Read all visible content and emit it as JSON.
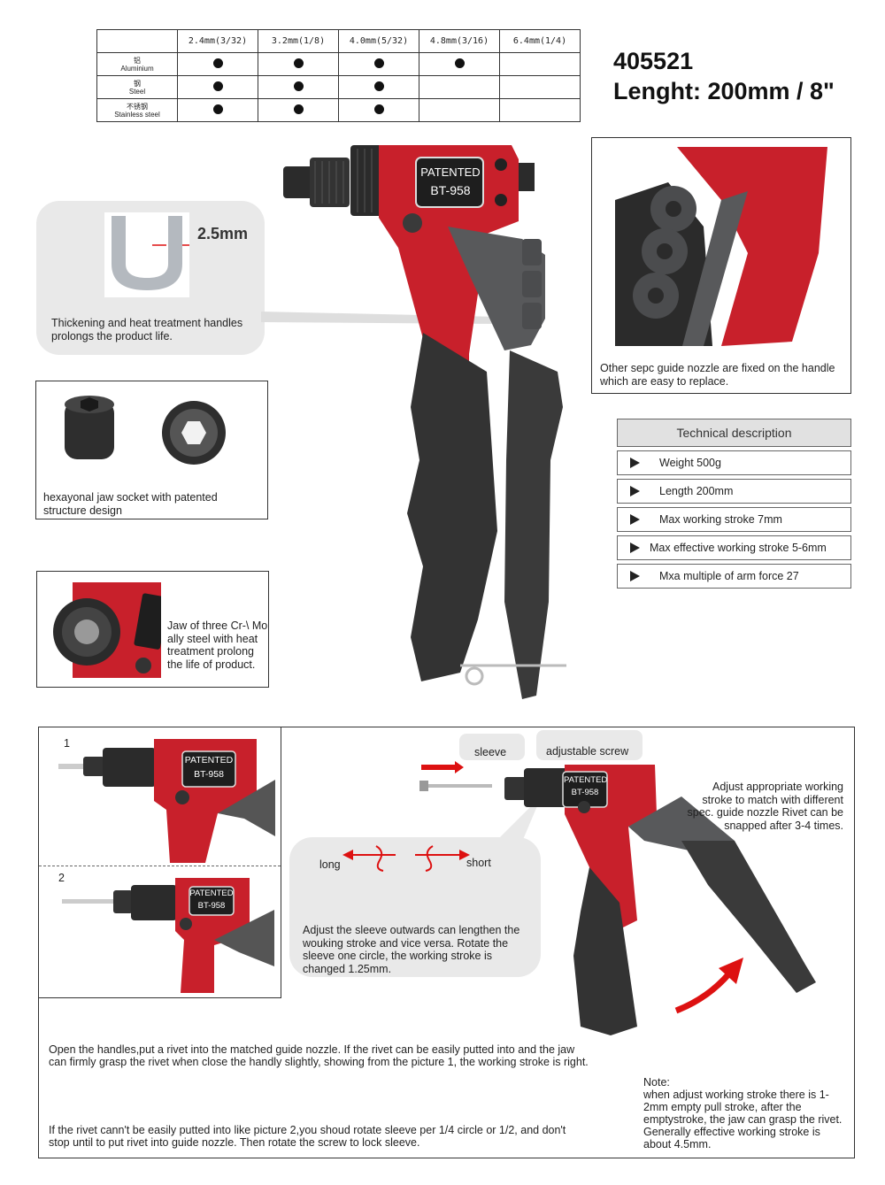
{
  "compat_table": {
    "sizes": [
      "2.4mm(3/32)",
      "3.2mm(1/8)",
      "4.0mm(5/32)",
      "4.8mm(3/16)",
      "6.4mm(1/4)"
    ],
    "rows": [
      {
        "cn": "铝",
        "en": "Aluminium",
        "fits": [
          true,
          true,
          true,
          true,
          false
        ]
      },
      {
        "cn": "钢",
        "en": "Steel",
        "fits": [
          true,
          true,
          true,
          false,
          false
        ]
      },
      {
        "cn": "不锈钢",
        "en": "Stainless steel",
        "fits": [
          true,
          true,
          true,
          false,
          false
        ]
      }
    ]
  },
  "model": {
    "number": "405521",
    "length": "Lenght: 200mm / 8\""
  },
  "tool_label": {
    "line1": "PATENTED",
    "line2": "BT-958"
  },
  "thickness": {
    "value": "2.5mm",
    "caption": "Thickening and heat treatment handles prolongs the product life."
  },
  "guide_nozzle": {
    "caption": "Other sepc guide nozzle are fixed on the handle which are easy to replace."
  },
  "jaw_socket": {
    "caption": "hexayonal jaw socket with patented structure design"
  },
  "jaw_steel": {
    "caption": "Jaw of three Cr-\\ Mo ally steel with heat treatment prolong the life  of product."
  },
  "tech": {
    "title": "Technical description",
    "items": [
      "Weight 500g",
      "Length 200mm",
      "Max working stroke 7mm",
      "Max effective working stroke 5-6mm",
      "Mxa multiple of arm force 27"
    ]
  },
  "instructions": {
    "step1": "1",
    "step2": "2",
    "sleeve_label": "sleeve",
    "screw_label": "adjustable screw",
    "long_label": "long",
    "short_label": "short",
    "sleeve_caption": "Adjust the sleeve outwards can lengthen the wouking stroke and vice versa. Rotate the sleeve one circle, the working stroke is changed 1.25mm.",
    "adjust_caption": "Adjust appropriate working stroke to match with different spec. guide nozzle Rivet can be snapped after 3-4 times.",
    "open_text": "Open the handles,put a rivet into the matched guide nozzle. If the rivet can be easily putted into and the jaw can firmly grasp the rivet when close the handly slightly, showing from the picture 1, the working stroke is right.",
    "rotate_text": "If the rivet cann't be easily putted into like picture 2,you shoud rotate sleeve per 1/4 circle or 1/2, and don't  stop until to put rivet into guide nozzle. Then rotate the screw to lock sleeve.",
    "note_title": "Note:",
    "note_text": "when adjust working stroke there is 1-2mm empty pull stroke, after the emptystroke, the jaw can grasp the rivet. Generally effective working stroke is about 4.5mm."
  },
  "colors": {
    "red": "#c8202b",
    "dark": "#2b2b2b",
    "grip": "#3a3a3a",
    "bubble": "#e9e9e9"
  }
}
